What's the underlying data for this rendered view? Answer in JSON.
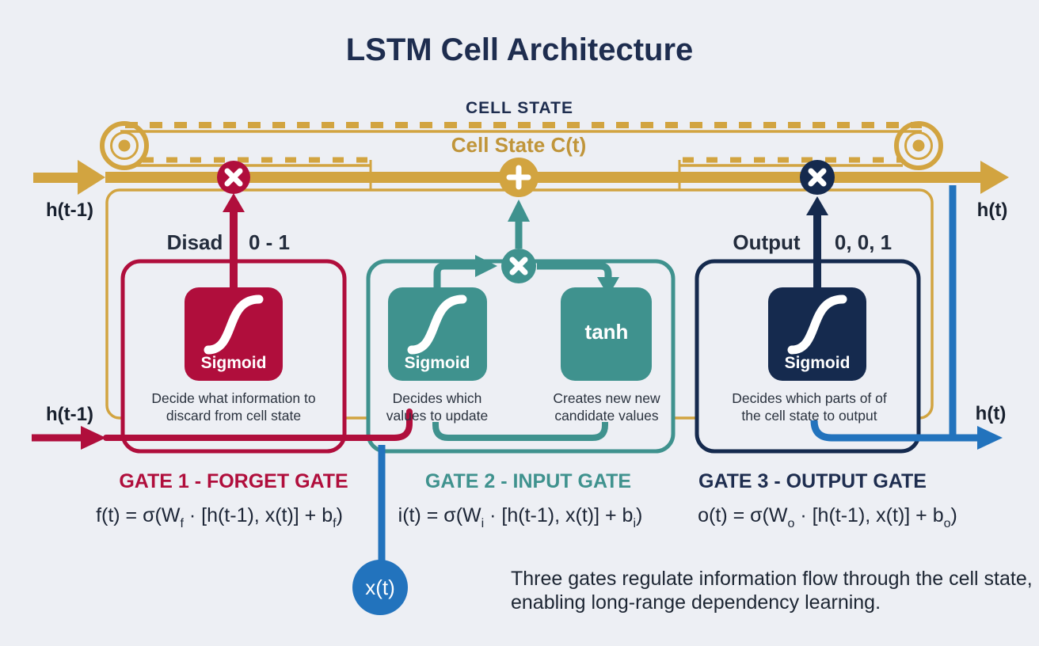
{
  "title": "LSTM Cell Architecture",
  "cell_state": {
    "heading": "CELL STATE",
    "belt_label": "Cell State C(t)"
  },
  "io_labels": {
    "h_prev_top": "h(t-1)",
    "h_prev_bottom": "h(t-1)",
    "h_out_top": "h(t)",
    "h_out_bottom": "h(t)",
    "x_input": "x(t)"
  },
  "operators": {
    "forget_node": "×",
    "add_node": "+",
    "input_node": "×",
    "output_node": "×"
  },
  "gates": {
    "forget": {
      "annotation_left": "Disad",
      "annotation_right": "0 - 1",
      "activation": "Sigmoid",
      "desc_line1": "Decide what information to",
      "desc_line2": "discard from cell state",
      "label": "GATE 1 - FORGET GATE",
      "formula": {
        "pre": "f(t) = σ(W",
        "sub1": "f",
        "mid": " · [h(t-1), x(t)] + b",
        "sub2": "f",
        "post": ")"
      }
    },
    "input": {
      "activation_sigmoid": "Sigmoid",
      "activation_tanh": "tanh",
      "sigmoid_desc_line1": "Decides which",
      "sigmoid_desc_line2": "values to update",
      "tanh_desc_line1": "Creates new new",
      "tanh_desc_line2": "candidate values",
      "label": "GATE 2 - INPUT GATE",
      "formula": {
        "pre": "i(t) = σ(W",
        "sub1": "i",
        "mid": " · [h(t-1), x(t)] + b",
        "sub2": "i",
        "post": ")"
      }
    },
    "output": {
      "annotation_left": "Output",
      "annotation_right": "0, 0, 1",
      "activation": "Sigmoid",
      "desc_line1": "Decides which parts of of",
      "desc_line2": "the cell state to output",
      "label": "GATE 3 - OUTPUT GATE",
      "formula": {
        "pre": "o(t) = σ(W",
        "sub1": "o",
        "mid": " · [h(t-1), x(t)] + b",
        "sub2": "o",
        "post": ")"
      }
    }
  },
  "footer": {
    "line1": "Three gates regulate information flow through the cell state,",
    "line2": "enabling long-range  dependency learning."
  },
  "colors": {
    "background": "#edeff4",
    "gold": "#d2a440",
    "gold_text": "#c0953a",
    "crimson": "#b00e3c",
    "teal": "#3f928e",
    "navy": "#152a4e",
    "blue": "#2273bd",
    "heading_navy": "#1e2d4f"
  }
}
